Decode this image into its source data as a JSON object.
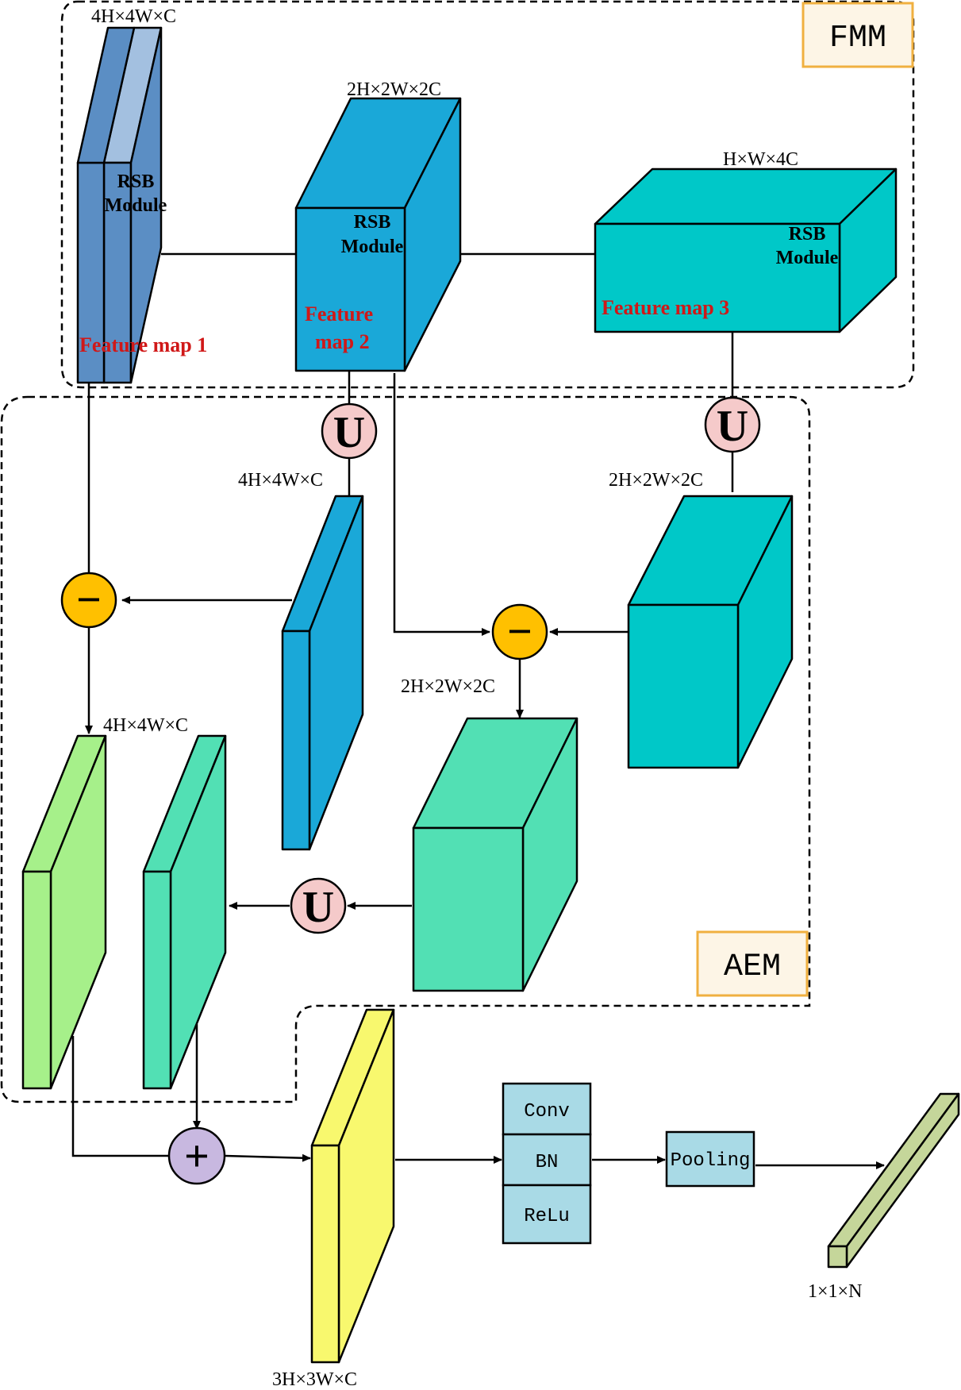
{
  "modules": {
    "fmm": "FMM",
    "aem": "AEM"
  },
  "dims": {
    "fm1": "4H×4W×C",
    "fm2": "2H×2W×2C",
    "fm3": "H×W×4C",
    "up2": "4H×4W×C",
    "up3": "2H×2W×2C",
    "diff23": "2H×2W×2C",
    "edge1": "4H×4W×C",
    "fused": "3H×3W×C",
    "output": "1×1×N"
  },
  "labels": {
    "rsb_line1": "RSB",
    "rsb_line2": "Module",
    "feature_map_1": "Feature map 1",
    "feature_map_2_line1": "Feature",
    "feature_map_2_line2": "map 2",
    "feature_map_3": "Feature map 3"
  },
  "ops": {
    "upsample": "U",
    "subtract": "−",
    "add": "+"
  },
  "head": {
    "conv": "Conv",
    "bn": "BN",
    "relu": "ReLu",
    "pooling": "Pooling"
  },
  "colors": {
    "fm1": "#5b8ec4",
    "fm2": "#1aa8d8",
    "fm3": "#00c8c8",
    "aem_cube": "#52e0b4",
    "light_green": "#a6f08a",
    "yellow": "#f8f86e",
    "output": "#c5d69a",
    "upsample_node": "#f5caca",
    "subtract_node": "#ffc000",
    "add_node": "#c8b8e0",
    "head_box": "#a9dae6",
    "label_box_border": "#f0b040",
    "label_box_fill": "#fdf5e6",
    "feature_text": "#d01818"
  }
}
